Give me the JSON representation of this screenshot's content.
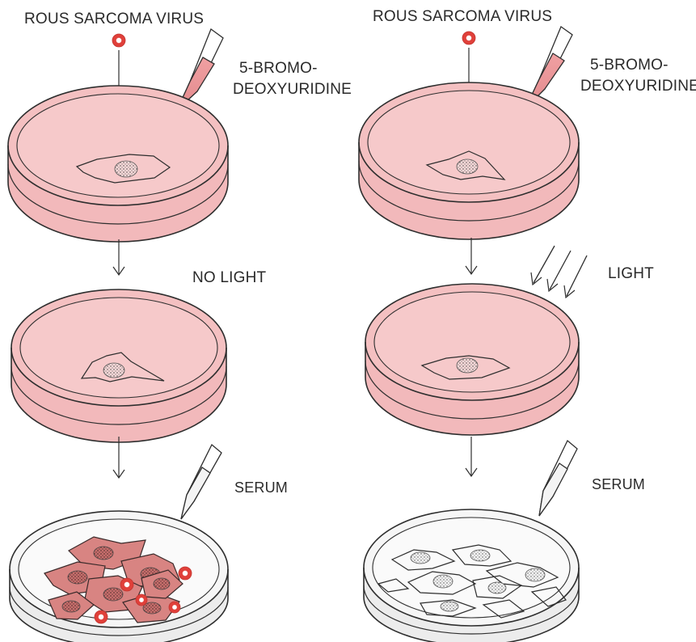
{
  "left_panel": {
    "title": "ROUS SARCOMA VIRUS",
    "reagent_line1": "5-BROMO-",
    "reagent_line2": "DEOXYURIDINE",
    "condition": "NO LIGHT",
    "addition": "SERUM"
  },
  "right_panel": {
    "title": "ROUS SARCOMA VIRUS",
    "reagent_line1": "5-BROMO-",
    "reagent_line2": "DEOXYURIDINE",
    "condition": "LIGHT",
    "addition": "SERUM"
  },
  "colors": {
    "medium": "#f4c0c1",
    "medium_dark": "#eaa9ab",
    "virus": "#e0403a",
    "transformed_cell": "#d88482"
  }
}
